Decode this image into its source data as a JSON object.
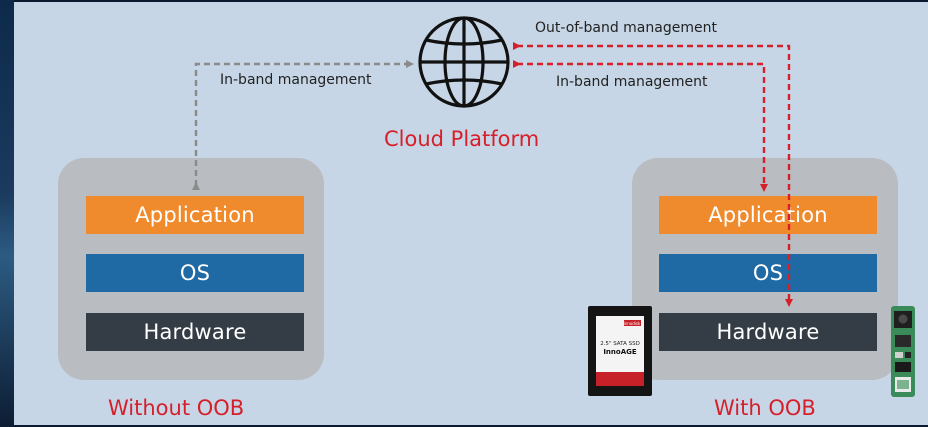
{
  "labels": {
    "cloud_platform": "Cloud Platform",
    "in_band_left": "In-band management",
    "out_of_band": "Out-of-band management",
    "in_band_right": "In-band management"
  },
  "without_oob": {
    "caption": "Without OOB",
    "layers": {
      "application": "Application",
      "os": "OS",
      "hardware": "Hardware"
    }
  },
  "with_oob": {
    "caption": "With OOB",
    "layers": {
      "application": "Application",
      "os": "OS",
      "hardware": "Hardware"
    }
  },
  "ssd": {
    "brand": "innodisk",
    "line1": "2.5\" SATA SSD",
    "line2": "InnoAGE"
  },
  "colors": {
    "application": "#f08b2d",
    "os": "#1f6aa5",
    "hardware": "#343d45",
    "accent_red": "#d71f2a",
    "in_band_gray": "#8a8a8a"
  },
  "icons": {
    "cloud": "globe-icon",
    "ssd": "ssd-drive-icon",
    "module": "oob-module-board-icon"
  }
}
